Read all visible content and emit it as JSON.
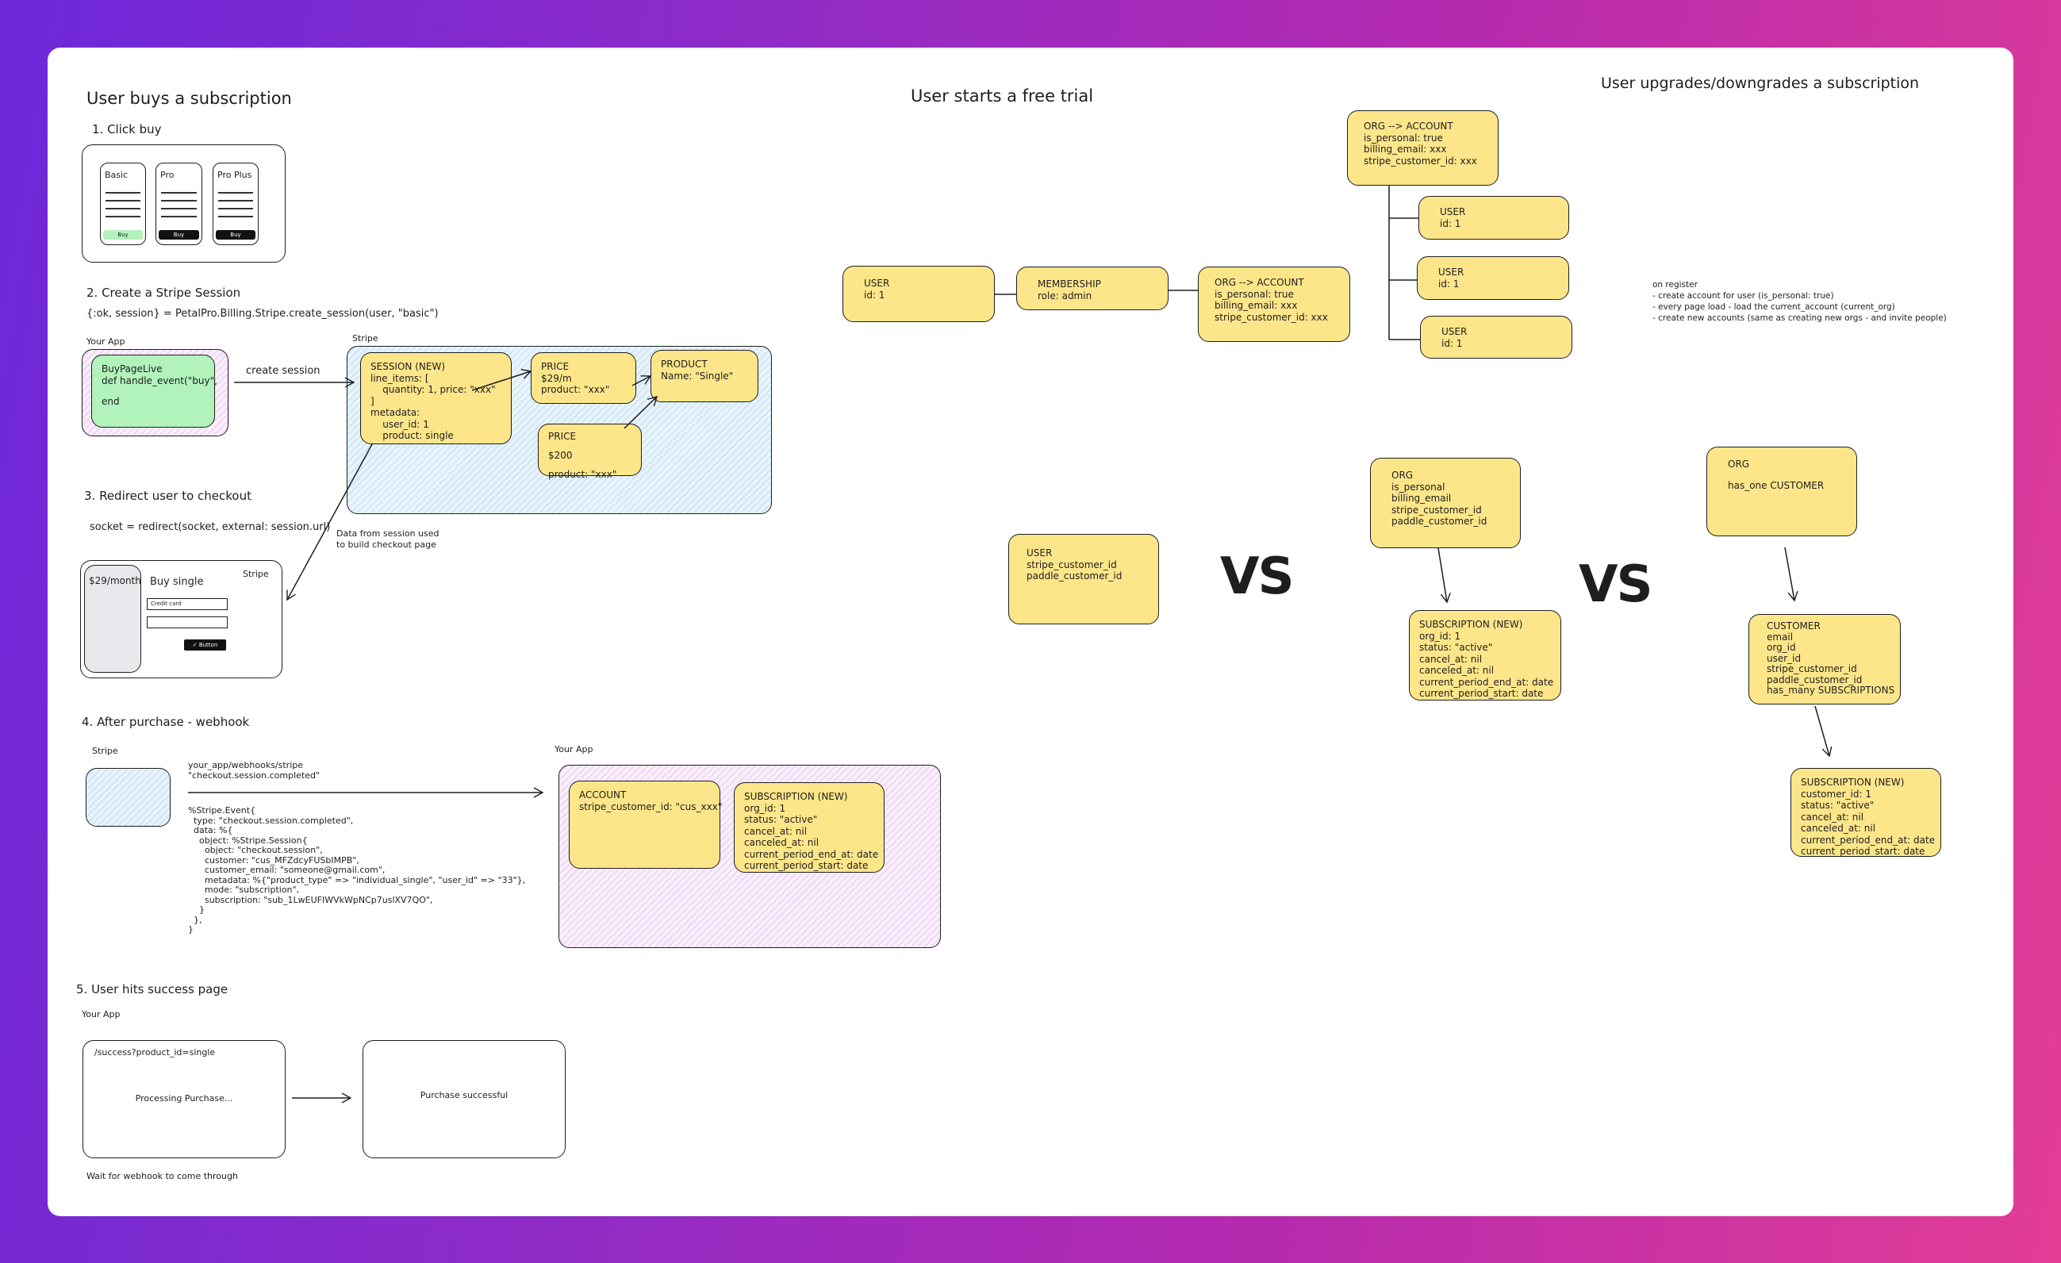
{
  "colors": {
    "sticky": "#fde68a",
    "stroke": "#1e1e1e",
    "app_green": "#b2f2bb",
    "stripe_blue": "#cfe6f7",
    "app_pink": "#efd6f5"
  },
  "buy": {
    "title": "User buys a subscription",
    "step1": "1. Click buy",
    "tiers": [
      {
        "name": "Basic",
        "button": "Buy"
      },
      {
        "name": "Pro",
        "button": "Buy"
      },
      {
        "name": "Pro Plus",
        "button": "Buy"
      }
    ],
    "step2": "2. Create a Stripe Session",
    "step2_code": "{:ok, session} = PetalPro.Billing.Stripe.create_session(user, \"basic\")",
    "your_app_label": "Your App",
    "app_code": [
      "BuyPageLive",
      "def handle_event(\"buy\",",
      "",
      "end"
    ],
    "create_session_label": "create session",
    "stripe_label": "Stripe",
    "session_box": [
      "SESSION (NEW)",
      "line_items: [",
      "    quantity: 1, price: \"xxx\"",
      "]",
      "metadata:",
      "    user_id: 1",
      "    product: single"
    ],
    "price1_box": [
      "PRICE",
      "$29/m",
      "product: \"xxx\""
    ],
    "product_box": [
      "PRODUCT",
      "Name: \"Single\""
    ],
    "price2_box": [
      "PRICE",
      "",
      "$200",
      "",
      "product: \"xxx\""
    ],
    "step3": "3. Redirect user to checkout",
    "step3_code": "socket = redirect(socket, external: session.url)",
    "session_note": [
      "Data from session used",
      "to build checkout page"
    ],
    "checkout": {
      "price": "$29/month",
      "title": "Buy single",
      "stripe": "Stripe",
      "card_placeholder": "Credit card",
      "button": "Button"
    },
    "step4": "4. After purchase - webhook",
    "webhook_stripe_label": "Stripe",
    "webhook_url": [
      "your_app/webhooks/stripe",
      "\"checkout.session.completed\""
    ],
    "event_code": "%Stripe.Event{\n  type: \"checkout.session.completed\",\n  data: %{\n    object: %Stripe.Session{\n      object: \"checkout.session\",\n      customer: \"cus_MFZdcyFUSbIMPB\",\n      customer_email: \"someone@gmail.com\",\n      metadata: %{\"product_type\" => \"individual_single\", \"user_id\" => \"33\"},\n      mode: \"subscription\",\n      subscription: \"sub_1LwEUFIWVkWpNCp7uslXV7QO\",\n    }\n  },\n}",
    "webhook_app_label": "Your App",
    "account_box": [
      "ACCOUNT",
      "stripe_customer_id: \"cus_xxx\""
    ],
    "subscription_box": [
      "SUBSCRIPTION (NEW)",
      "org_id: 1",
      "status: \"active\"",
      "cancel_at: nil",
      "canceled_at: nil",
      "current_period_end_at: date",
      "current_period_start: date"
    ],
    "step5": "5. User hits success page",
    "success_app_label": "Your App",
    "processing_url": "/success?product_id=single",
    "processing_text": "Processing Purchase...",
    "success_text": "Purchase successful",
    "wait_note": "Wait for webhook to come through"
  },
  "trial": {
    "title": "User starts a free trial",
    "user_box": [
      "USER",
      "id: 1"
    ],
    "membership_box": [
      "MEMBERSHIP",
      "role: admin"
    ],
    "org_box": [
      "ORG --> ACCOUNT",
      "is_personal: true",
      "billing_email: xxx",
      "stripe_customer_id: xxx"
    ],
    "org_top_box": [
      "ORG --> ACCOUNT",
      "is_personal: true",
      "billing_email: xxx",
      "stripe_customer_id: xxx"
    ],
    "member_users": [
      [
        "USER",
        "id: 1"
      ],
      [
        "USER",
        "id: 1"
      ],
      [
        "USER",
        "id: 1"
      ]
    ]
  },
  "upgrade": {
    "title": "User upgrades/downgrades a subscription",
    "register_note": [
      "on register",
      "- create account for user (is_personal: true)",
      "- every page load - load the current_account (current_org)",
      "- create new accounts (same as creating new orgs - and invite people)"
    ],
    "user_box": [
      "USER",
      "stripe_customer_id",
      "paddle_customer_id"
    ],
    "vs1": "VS",
    "org_box": [
      "ORG",
      "is_personal",
      "billing_email",
      "stripe_customer_id",
      "paddle_customer_id"
    ],
    "org_subscription_box": [
      "SUBSCRIPTION (NEW)",
      "org_id: 1",
      "status: \"active\"",
      "cancel_at: nil",
      "canceled_at: nil",
      "current_period_end_at: date",
      "current_period_start: date"
    ],
    "vs2": "VS",
    "org2_box": [
      "ORG",
      "",
      "has_one CUSTOMER"
    ],
    "customer_box": [
      "CUSTOMER",
      "email",
      "org_id",
      "user_id",
      "stripe_customer_id",
      "paddle_customer_id",
      "has_many SUBSCRIPTIONS"
    ],
    "customer_subscription_box": [
      "SUBSCRIPTION (NEW)",
      "customer_id: 1",
      "status: \"active\"",
      "cancel_at: nil",
      "canceled_at: nil",
      "current_period_end_at: date",
      "current_period_start: date"
    ]
  }
}
